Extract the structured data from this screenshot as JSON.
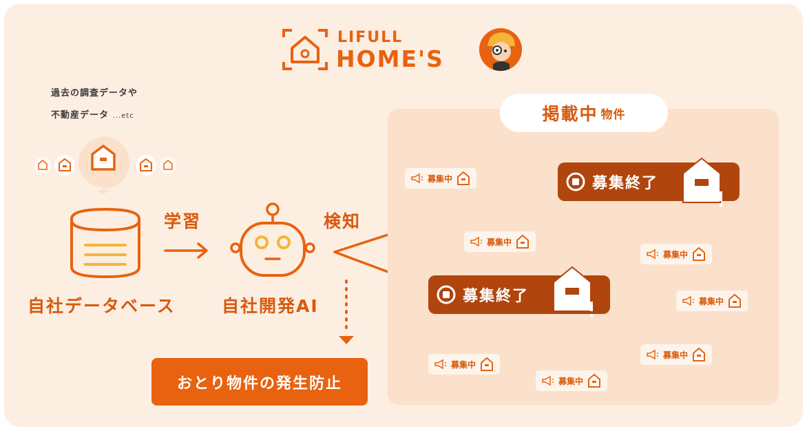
{
  "logo": {
    "line1": "LIFULL",
    "line2": "HOME'S"
  },
  "source": {
    "line1": "過去の調査データや",
    "line2": "不動産データ",
    "line2_suffix": "...etc"
  },
  "labels": {
    "database": "自社データベース",
    "ai": "自社開発AI",
    "learn": "学習",
    "detect": "検知",
    "prevention": "おとり物件の発生防止"
  },
  "listed": {
    "main": "掲載中",
    "suffix": "物件"
  },
  "recruiting_label": "募集中",
  "ended_label": "募集終了",
  "colors": {
    "accent": "#e8620f",
    "dark_accent": "#b0450e",
    "background": "#fdeee2",
    "panel": "#fbe0cb",
    "highlight": "#f5b53a"
  }
}
